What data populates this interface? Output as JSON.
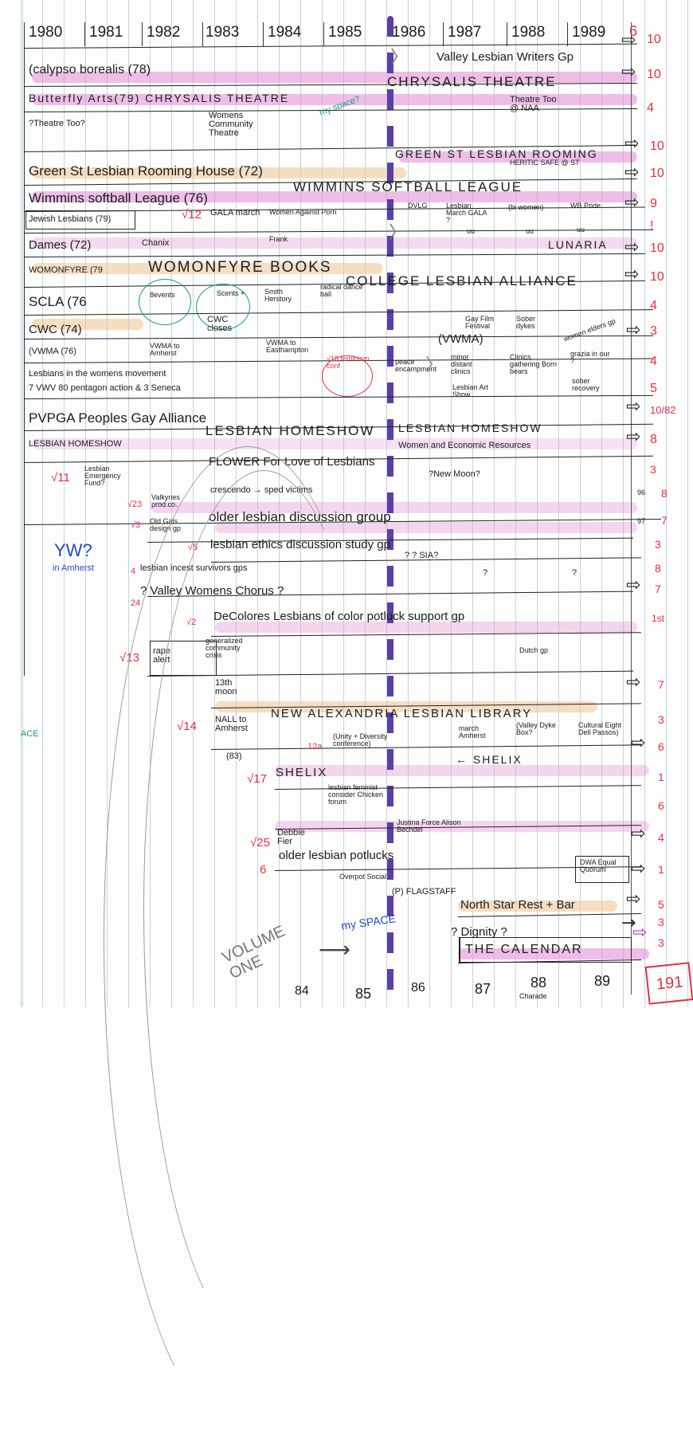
{
  "chart_data": {
    "type": "table",
    "title": "Handwritten timeline of lesbian/women's community organizations, 1980–1989",
    "years": [
      "1980",
      "1981",
      "1982",
      "1983",
      "1984",
      "1985",
      "1986",
      "1987",
      "1988",
      "1989"
    ],
    "bottom_years": [
      "84",
      "85",
      "86",
      "87",
      "88",
      "89"
    ],
    "bottom_note": "Charade",
    "total": "191",
    "volume_label": "VOLUME ONE",
    "rows": [
      {
        "label": "Calypso Borealis (78)",
        "later": "Valley Lesbian Writers Gp",
        "count": "10"
      },
      {
        "label": "Butterfly Arts (79) CHRYSALIS THEATRE",
        "later": "CHRYSALIS THEATRE",
        "count": "10"
      },
      {
        "label": "?Theatre Too?",
        "mid": "Womens Community Theatre",
        "note": "my space?",
        "later": "Theatre Too @ NAA",
        "count": "4"
      },
      {
        "label": "Green St Lesbian Rooming House (72)",
        "later": "GREEN ST LESBIAN ROOMING / HERITIC SAFE @ ST",
        "count": "10"
      },
      {
        "label": "Wimmins Softball League (76)",
        "later": "WIMMINS SOFTBALL LEAGUE",
        "count": "10"
      },
      {
        "label": "Jewish Lesbians (79)",
        "mid": "GALA march / Women Against Porn",
        "later": "DVLG / Lesbian March / GALA? / (bi women) / WB Pride",
        "count": "9"
      },
      {
        "label": "Dames (72)",
        "mid": "Chanix",
        "later": "LUNARIA",
        "count": "10"
      },
      {
        "label": "WOMONFYRE (79)",
        "mid": "WOMONFYRE BOOKS",
        "count": "10"
      },
      {
        "label": "SCLA (76)",
        "mid": "8events / Scents / Smith Herstory / radical dance ball",
        "later": "COLLEGE LESBIAN ALLIANCE",
        "count": "10"
      },
      {
        "label": "CWC (74)",
        "mid": "CWC closes",
        "later": "Gay Film Festival / Sober dykes",
        "count": "4"
      },
      {
        "label": "(VWMA) (76)",
        "mid": "VWMA to Amherst / VWMA to Easthampton",
        "later": "(VWMA) / women elders gp",
        "count": "3"
      },
      {
        "label": "Lesbians in the Womens Movement",
        "mid": "18 feminism conference",
        "later": "minor distant clinics / Clinics gathering / Born bears / grazia in our ?",
        "count": "4"
      },
      {
        "label": "7 VWV 80 Pentagon action & 3 Seneca",
        "later": "Lesbian Art Show / sober recovery",
        "count": "5"
      },
      {
        "label": "PVPGA Peoples Gay Alliance",
        "count": "10/82"
      },
      {
        "label": "LESBIAN HOMESHOW",
        "later": "LESBIAN HOMESHOW",
        "count": "8"
      },
      {
        "label": "11 Lesbian Emergency Fund",
        "mid": "FLOWER For Love of Lesbians",
        "later": "Women and Economic Resources / ?New Moon?",
        "count": "3"
      },
      {
        "label": "23 Valkyries production co.",
        "mid": "Crescendo / Sped Victims",
        "later": "",
        "count": "8",
        "end_year": "96"
      },
      {
        "label": "3 Old Gals Design gp",
        "mid": "older lesbian discussion group",
        "count": "7",
        "end_year": "97"
      },
      {
        "label": "5 lesbian ethics discussion study gp",
        "count": "3"
      },
      {
        "label": "4 Lesbian incest survivors gps",
        "later": "? ? SIA?",
        "count": "8"
      },
      {
        "label": "24 Valley Womens Chorus ?",
        "count": "7"
      },
      {
        "label": "2 DeColores Lesbians of color potluck support gp",
        "count": "1st"
      },
      {
        "label": "13 rape alert / generalized community crisis",
        "later": "Dutch gp",
        "count": ""
      },
      {
        "label": "13th moon",
        "count": "7"
      },
      {
        "label": "14 NALL to Amherst",
        "mid": "NEW ALEXANDRIA LESBIAN LIBRARY",
        "count": "3"
      },
      {
        "label": "(83)",
        "mid": "12a (Unity + Diversity conference)",
        "later": "march Amherst / Valley Dyke Box? / Cultural Eight Dell Passos",
        "count": "6"
      },
      {
        "label": "17 SHELIX",
        "later": "SHELIX",
        "count": "1"
      },
      {
        "label": "lesbian feminist consider / Chicken forum",
        "count": "6"
      },
      {
        "label": "25 Debbie Fier",
        "later": "Justina Force / Alison Bechdel",
        "count": "4"
      },
      {
        "label": "6 older lesbian potlucks",
        "later": "Overpot Social / DWA — Equal Quorum",
        "count": "1"
      },
      {
        "label": "(P) FLAGSTAFF",
        "later": "North Star Restaurant + Bar",
        "count": "5"
      },
      {
        "label": "?Dignity?",
        "count": "3"
      },
      {
        "label": "THE CALENDAR",
        "count": "3"
      }
    ]
  },
  "page": {
    "years": [
      "1980",
      "1981",
      "1982",
      "1983",
      "1984",
      "1985",
      "1986",
      "1987",
      "1988",
      "1989"
    ],
    "marker_top": "6",
    "rows": {
      "r1_label": "(calypso borealis (78)",
      "r1_later": "Valley Lesbian Writers Gp",
      "r1_num": "10",
      "r2_label": "Butterfly Arts(79) CHRYSALIS THEATRE",
      "r2_later": "CHRYSALIS THEATRE",
      "r2_num": "10",
      "r3_label": "?Theatre Too?",
      "r3_mid": "Womens Community Theatre",
      "r3_note": "my space?",
      "r3_later": "Theatre Too @ NAA",
      "r3_num": "4",
      "r4_label": "Green St Lesbian Rooming House (72)",
      "r4_later": "GREEN ST LESBIAN ROOMING",
      "r4_later2": "HERITIC SAFE @ ST",
      "r4_num": "10",
      "r5_label": "Wimmins softball League (76)",
      "r5_later": "WIMMINS SOFTBALL LEAGUE",
      "r5_num": "10",
      "r6_label": "Jewish Lesbians (79)",
      "r6_check": "√12",
      "r6_mid1": "GALA march",
      "r6_mid2": "Women Against Porn",
      "r6_later1": "DVLG",
      "r6_later2": "Lesbian March GALA ?",
      "r6_later3": "(bi women)",
      "r6_later4": "WB Pride",
      "r6_num": "9",
      "r7_label": "Dames (72)",
      "r7_mid": "Chanix",
      "r7_mid2": "Frank",
      "r7_later_a": "uu",
      "r7_later_b": "uu",
      "r7_later_c": "uu",
      "r7_later": "LUNARIA",
      "r7_num": "10",
      "r8_label": "WOMONFYRE (79",
      "r8_mid": "WOMONFYRE BOOKS",
      "r8_num": "10",
      "r9_label": "SCLA (76",
      "r9_c1": "8events",
      "r9_c2": "Scents +",
      "r9_mid1": "Smith Herstory",
      "r9_mid2": "radical dance ball",
      "r9_later": "COLLEGE LESBIAN ALLIANCE",
      "r9_num": "10",
      "r10_label": "CWC (74)",
      "r10_mid": "CWC closes",
      "r10_later1": "Gay Film Festival",
      "r10_later2": "Sober dykes",
      "r10_num": "4",
      "r11_label": "(VWMA (76)",
      "r11_mid1": "VWMA to Amherst",
      "r11_mid2": "VWMA to Easthampton",
      "r11_later": "(VWMA)",
      "r11_later2": "women elders gp",
      "r11_num": "3",
      "r12_label": "Lesbians in the womens movement",
      "r12_red": "√18 feminism conf",
      "r12_mid": "peace encampment",
      "r12_later1": "minor distant clinics",
      "r12_later2": "Clinics gathering Born bears",
      "r12_later3": "grazia in our ?",
      "r12_num": "4",
      "r13_label": "7 VWV 80 pentagon action & 3 Seneca",
      "r13_later1": "Lesbian Art Show",
      "r13_later2": "sober recovery",
      "r13_num": "5",
      "r14_label": "PVPGA Peoples Gay Alliance",
      "r14_num": "10/82",
      "r15_label": "LESBIAN HOMESHOW",
      "r15_mid": "LESBIAN HOMESHOW",
      "r15_later": "LESBIAN HOMESHOW",
      "r15_num": "8",
      "r16_check": "√11",
      "r16_label": "Lesbian Emergency Fund?",
      "r16_mid": "FLOWER  For Love of Lesbians",
      "r16_later": "Women and Economic Resources",
      "r16_later2": "?New Moon?",
      "r16_num": "3",
      "r17_check": "√23",
      "r17_label": "Valkyries prod.co.",
      "r17_mid": "crescendo → sped victims",
      "r17_end": "96",
      "r17_num": "8",
      "r18_check": "√3",
      "r18_label": "Old Gals design gp",
      "r18_mid": "older lesbian discussion group",
      "r18_end": "97",
      "r18_num": "7",
      "r19_check": "√5",
      "r19_label": "lesbian ethics discussion study gp",
      "r19_num": "3",
      "r20_check": "4",
      "r20_label": "lesbian incest survivors gps",
      "r20_later": "? ? SIA?",
      "r20_num": "8",
      "r21_check": "24",
      "r21_label": "? Valley Womens Chorus ?",
      "r21_num": "7",
      "r22_check": "√2",
      "r22_label": "DeColores Lesbians of color potluck support gp",
      "r22_num": "1st",
      "r23_check": "√13",
      "r23_label": "rape alert",
      "r23_mid": "generalized community crisis",
      "r23_later": "Dutch gp",
      "r24_label": "13th moon",
      "r24_num": "7",
      "r25_check": "√14",
      "r25_label": "NALL to Amherst",
      "r25_mid": "NEW ALEXANDRIA LESBIAN LIBRARY",
      "r25_num": "3",
      "r26_label": "(83)",
      "r26_red": "12a",
      "r26_mid": "(Unity + Diversity conference)",
      "r26_later1": "march Amherst",
      "r26_later2": "(Valley Dyke Box?",
      "r26_later3": "Cultural Eight Dell Passos)",
      "r26_num": "6",
      "r27_check": "√17",
      "r27_label": "SHELIX",
      "r27_later": "← SHELIX",
      "r27_num": "1",
      "r28_mid": "lesbian feminist consider Chicken forum",
      "r28_num": "6",
      "r29_check": "√25",
      "r29_label": "Debbie Fier",
      "r29_later": "Justina Force Alison Bechdel",
      "r29_num": "4",
      "r30_check": "6",
      "r30_label": "older lesbian potlucks",
      "r30_later": "DWA Equal Quorum",
      "r30_mid": "Overpot Social",
      "r30_num": "1",
      "r31_label": "(P) FLAGSTAFF",
      "r31_later": "North Star Rest + Bar",
      "r31_num": "5",
      "r32_label": "? Dignity ?",
      "r32_num": "3",
      "r33_label": "THE CALENDAR",
      "r33_num": "3"
    },
    "margin_notes": {
      "yw": "YW?",
      "yw2": "in Amherst",
      "space_green": "ACE",
      "space_blue": "my SPACE",
      "volume": "VOLUME ONE"
    },
    "bottom_axis": {
      "y84": "84",
      "y85": "85",
      "y86": "86",
      "y87": "87",
      "y88": "88",
      "y89": "89",
      "note": "Charade"
    },
    "total": "191"
  }
}
